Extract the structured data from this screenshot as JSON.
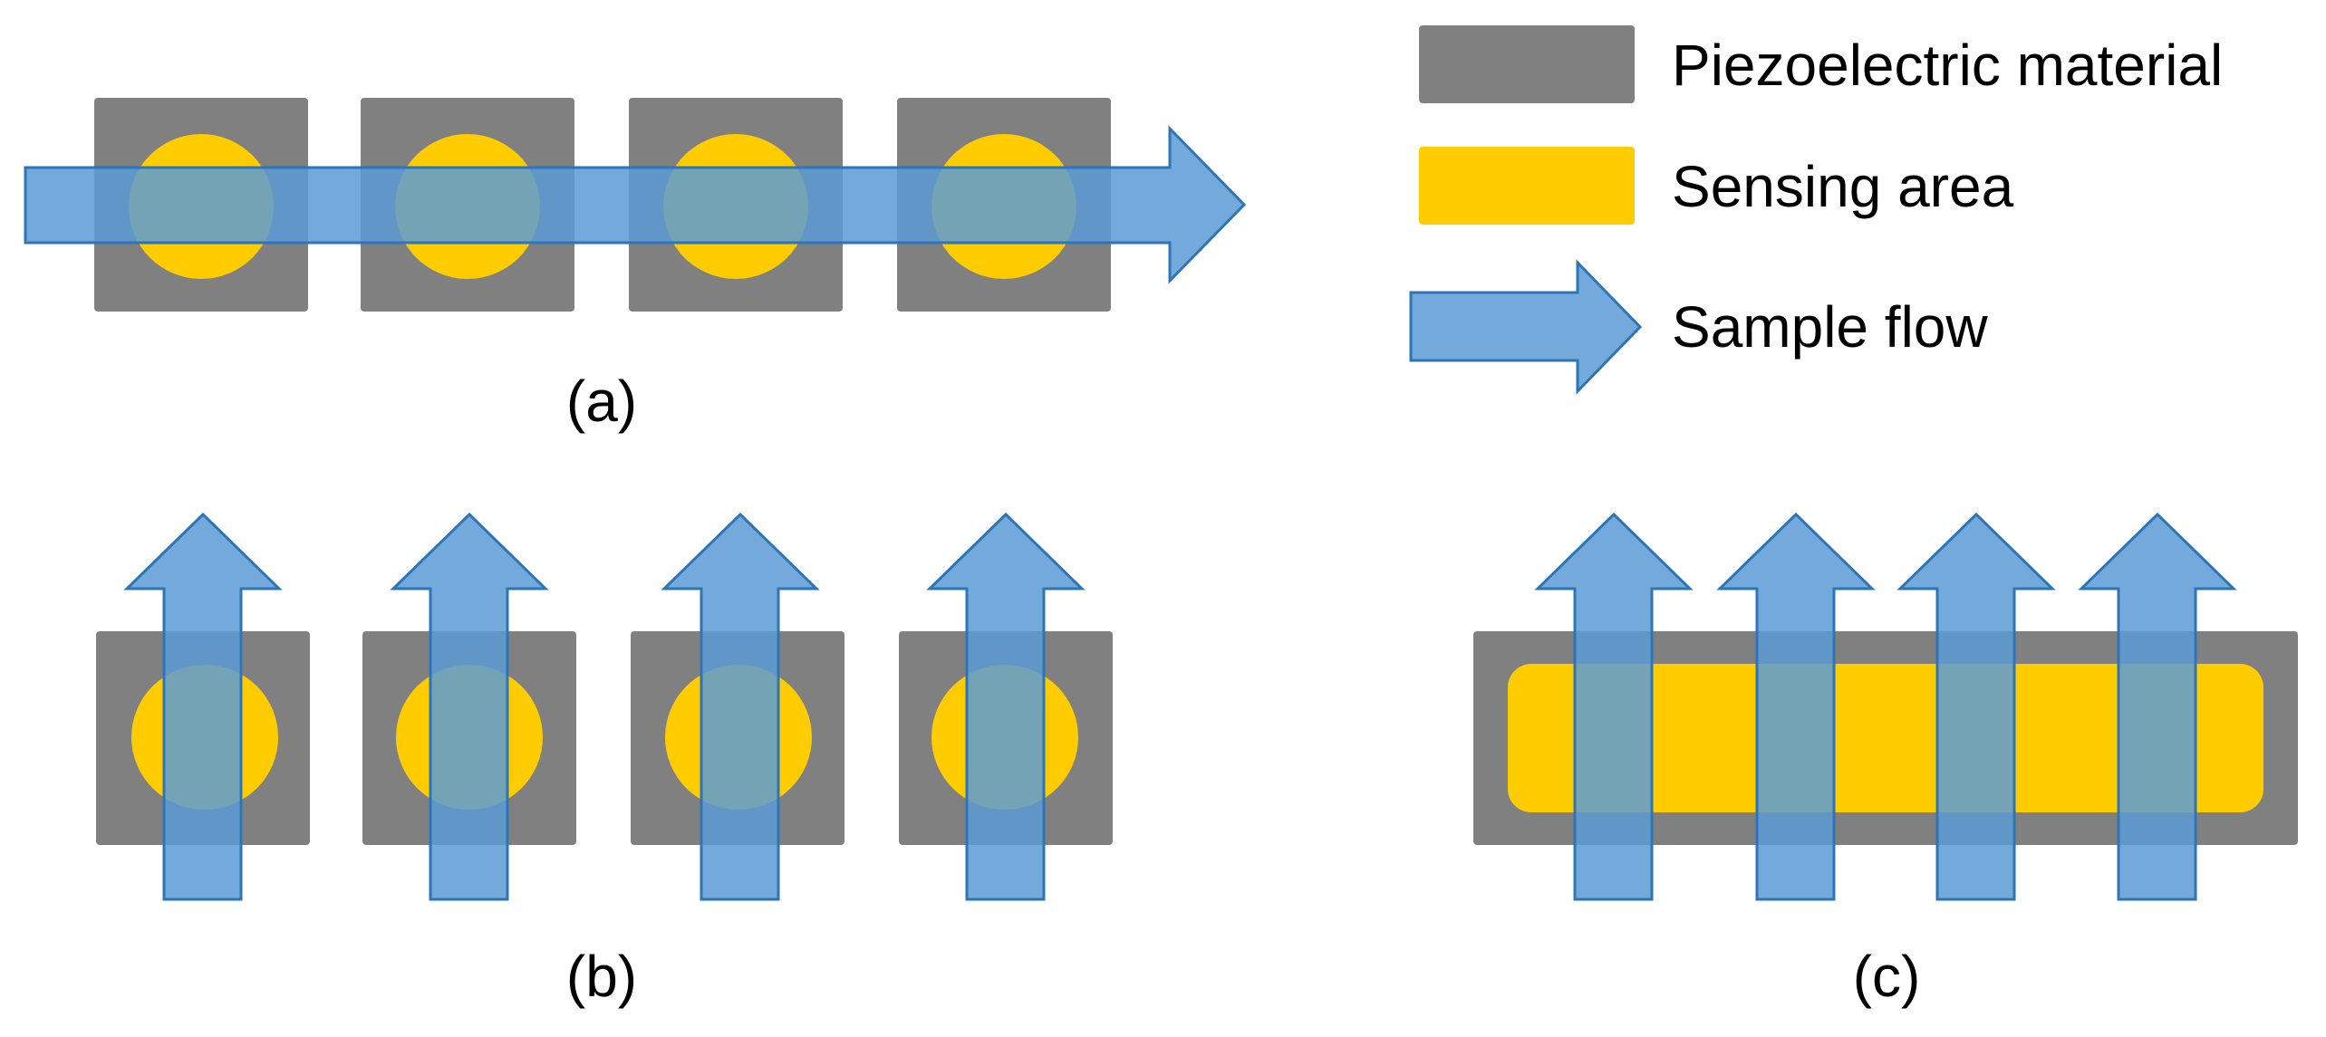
{
  "colors": {
    "background": "#ffffff",
    "piezo": "#808080",
    "sensing": "#ffcc00",
    "arrow_fill": "#5b9bd5",
    "arrow_opacity": 0.85,
    "arrow_stroke": "#2e75b6"
  },
  "legend": {
    "piezo_label": "Piezoelectric material",
    "sensing_label": "Sensing area",
    "flow_label": "Sample flow"
  },
  "panels": {
    "a": {
      "label": "(a)"
    },
    "b": {
      "label": "(b)"
    },
    "c": {
      "label": "(c)"
    }
  }
}
